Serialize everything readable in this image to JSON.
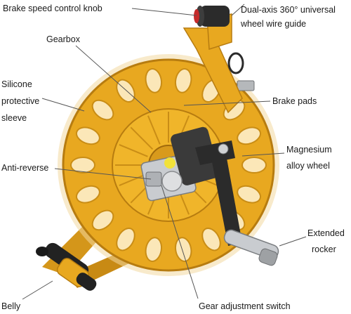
{
  "diagram": {
    "labels": {
      "brake_knob": "Brake speed control knob",
      "wire_guide_line1": "Dual-axis 360° universal",
      "wire_guide_line2": "wheel wire guide",
      "gearbox": "Gearbox",
      "silicone_line1": "Silicone",
      "silicone_line2": "protective",
      "silicone_line3": "sleeve",
      "brake_pads": "Brake pads",
      "magnesium_line1": "Magnesium",
      "magnesium_line2": "alloy wheel",
      "anti_reverse": "Anti-reverse",
      "extended_line1": "Extended",
      "extended_line2": "rocker",
      "belly": "Belly",
      "gear_switch": "Gear adjustment switch"
    },
    "colors": {
      "wheel_gold": "#e8a820",
      "wheel_gold_dark": "#b77c10",
      "hub_yellow": "#f0b52a",
      "rim_translucent": "#f3d9a0",
      "crank_black": "#2b2b2b",
      "metal_silver": "#c9ccd0",
      "leader_line": "#555555"
    }
  }
}
